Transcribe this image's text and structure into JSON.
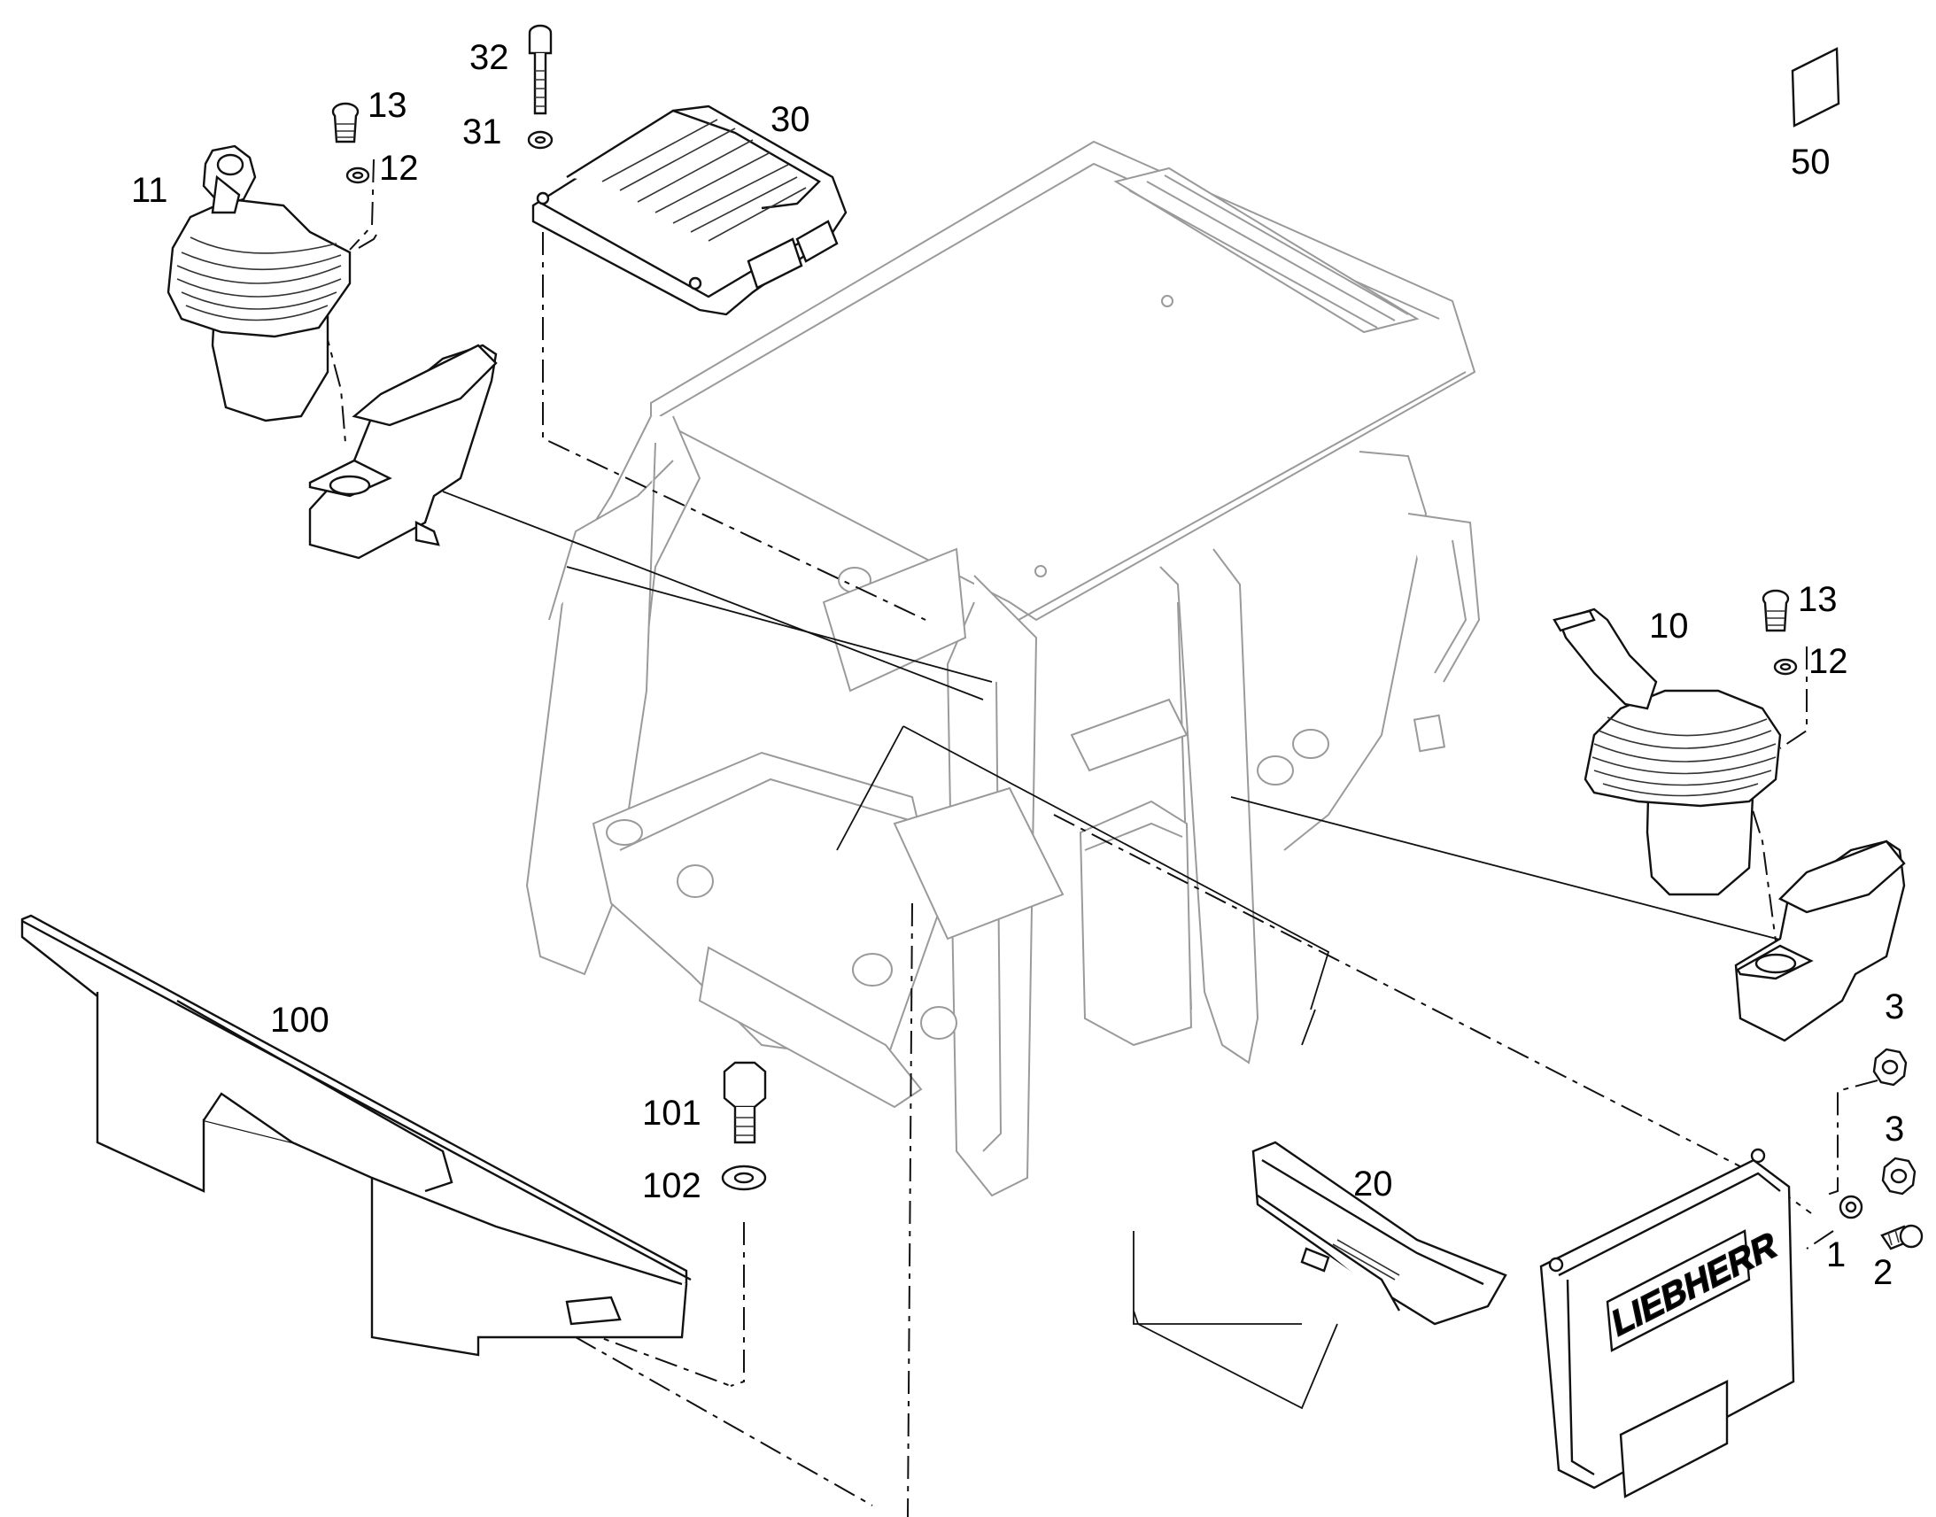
{
  "figure": {
    "callouts": {
      "c1": "1",
      "c2": "2",
      "c3a": "3",
      "c3b": "3",
      "c10": "10",
      "c11": "11",
      "c12a": "12",
      "c12b": "12",
      "c13a": "13",
      "c13b": "13",
      "c20": "20",
      "c30": "30",
      "c31": "31",
      "c32": "32",
      "c50": "50",
      "c100": "100",
      "c101": "101",
      "c102": "102"
    },
    "brand_mark": "LIEBHERR"
  }
}
